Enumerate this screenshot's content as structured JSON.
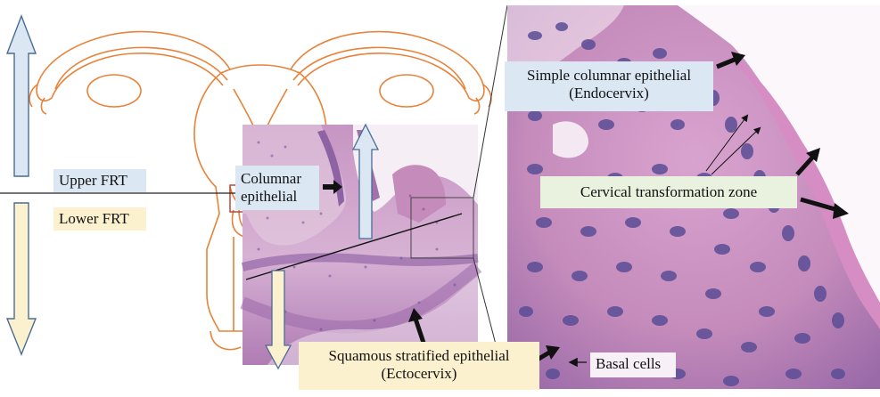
{
  "colors": {
    "uterus_outline": "#e8823a",
    "upper_arrow_fill": "#dbe7f3",
    "upper_arrow_stroke": "#4a6c93",
    "lower_arrow_fill": "#fcf1cf",
    "lower_arrow_stroke": "#4a6c93",
    "tissue_pink": "#c98dbd",
    "tissue_purple": "#7d5aa3",
    "nucleus": "#5b4d96",
    "callout_arrow": "#111111",
    "highlight_box": "#c0392b"
  },
  "labels": {
    "upper_frt": "Upper FRT",
    "lower_frt": "Lower FRT",
    "columnar_line1": "Columnar",
    "columnar_line2": "epithelial",
    "simple_columnar_line1": "Simple columnar epithelial",
    "simple_columnar_line2": "(Endocervix)",
    "transformation_zone": "Cervical transformation zone",
    "squamous_line1": "Squamous stratified epithelial",
    "squamous_line2": "(Ectocervix)",
    "basal_cells": "Basal cells"
  }
}
